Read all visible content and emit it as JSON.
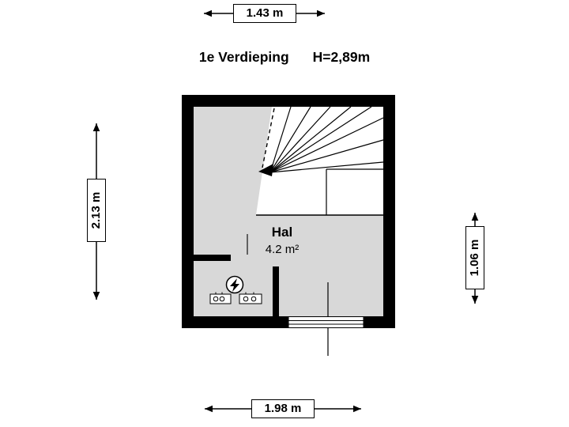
{
  "title": {
    "floor": "1e Verdieping",
    "height": "H=2,89m"
  },
  "room": {
    "name": "Hal",
    "area": "4.2 m²"
  },
  "dimensions": {
    "top": "1.43 m",
    "bottom": "1.98 m",
    "left": "2.13 m",
    "right": "1.06 m"
  },
  "icons": {
    "electric_bolt": "⚡"
  },
  "colors": {
    "wall": "#000000",
    "floor": "#d8d8d8",
    "stair": "#ffffff",
    "background": "#ffffff"
  }
}
